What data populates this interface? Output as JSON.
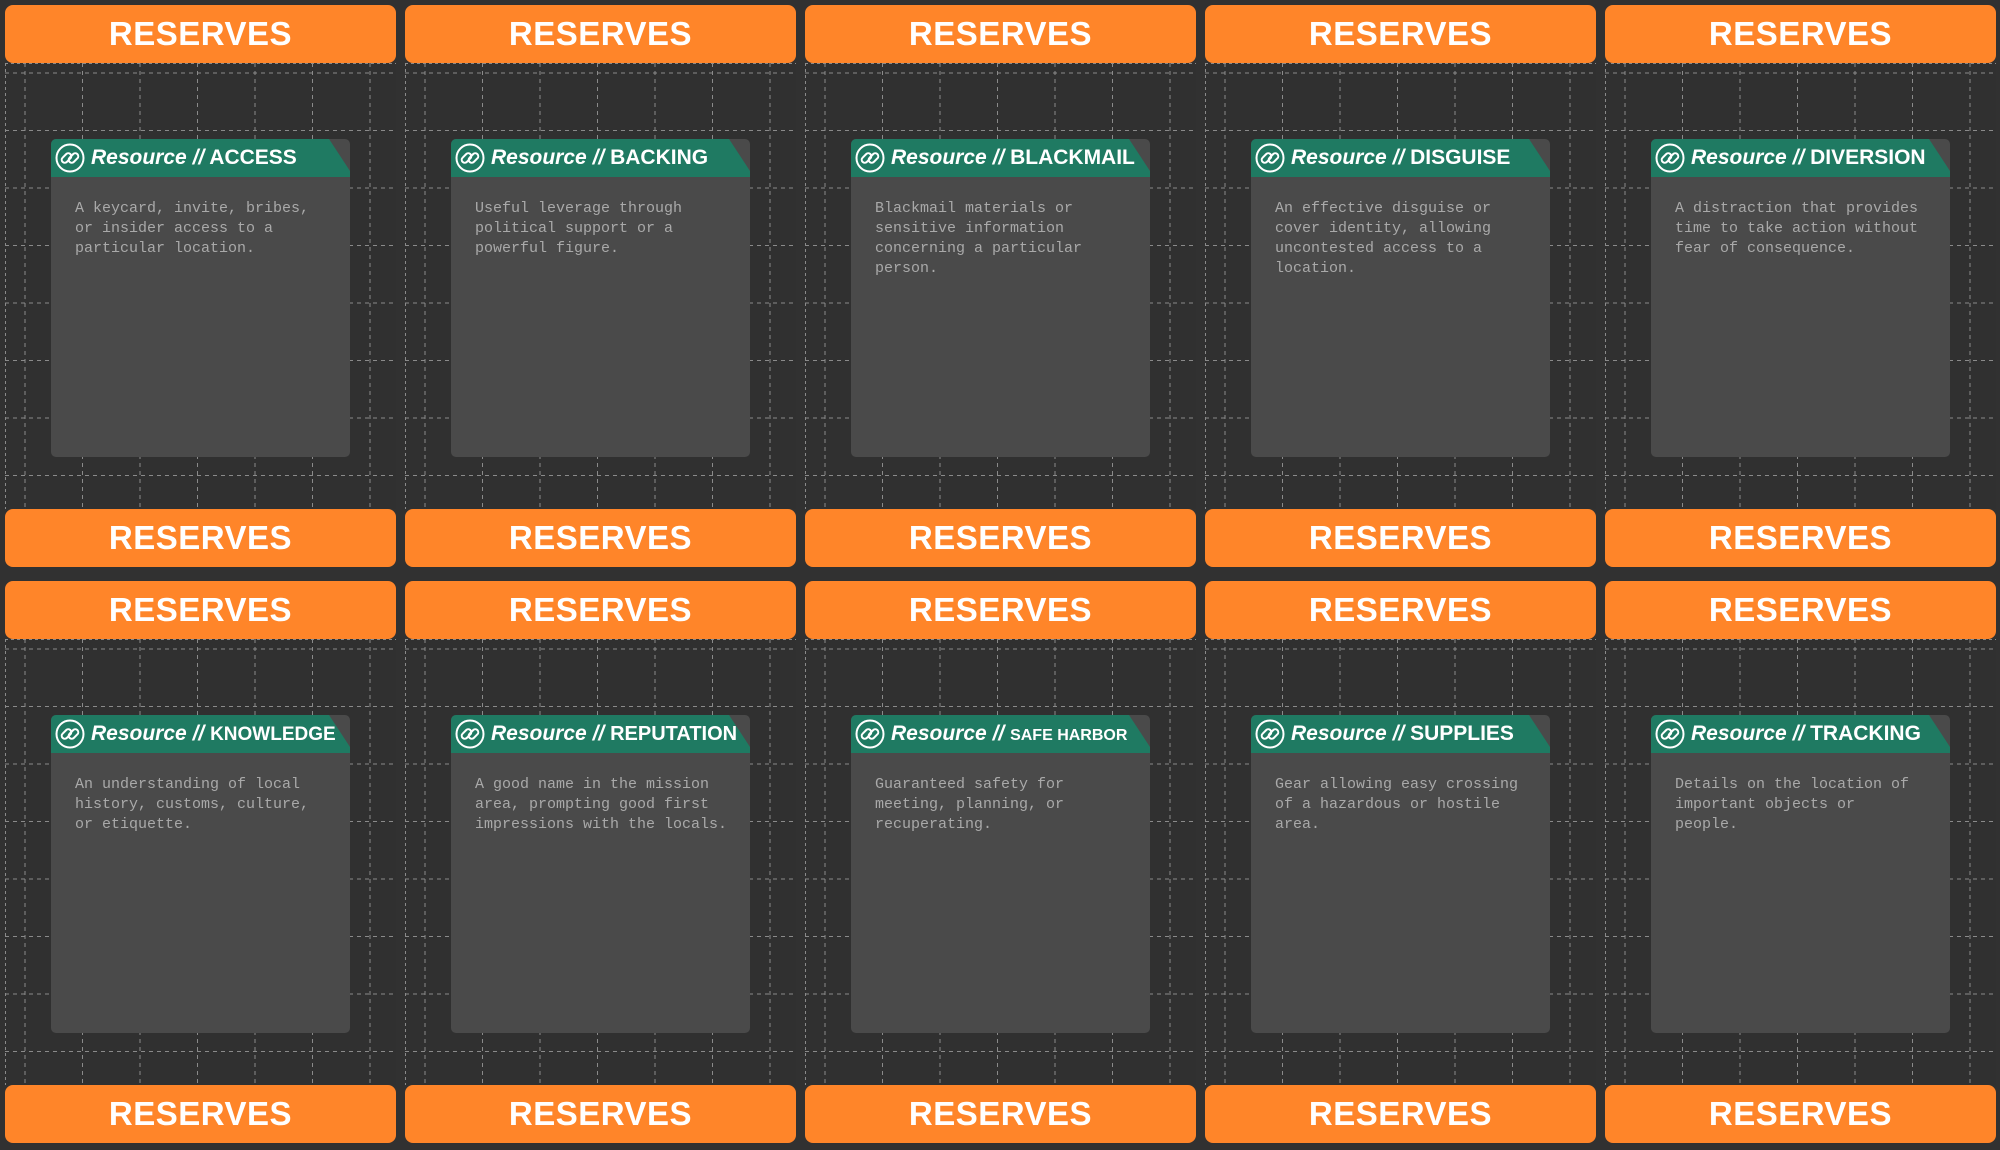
{
  "banner_label": "RESERVES",
  "title_prefix": "Resource",
  "separator": "//",
  "colors": {
    "banner": "#ff8529",
    "background": "#313131",
    "card": "#4a4a4a",
    "card_header": "#1f7a62",
    "description_text": "#a9a9a9"
  },
  "icon": "chain-link-icon",
  "cards": [
    {
      "name": "ACCESS",
      "description": "A keycard, invite, bribes,\nor insider access to a\nparticular location."
    },
    {
      "name": "BACKING",
      "description": "Useful leverage through\npolitical support or a\npowerful figure."
    },
    {
      "name": "BLACKMAIL",
      "description": "Blackmail materials or\nsensitive information\nconcerning a particular\nperson."
    },
    {
      "name": "DISGUISE",
      "description": "An effective disguise or\ncover identity, allowing\nuncontested access to a\nlocation."
    },
    {
      "name": "DIVERSION",
      "description": "A distraction that provides\ntime to take action without\nfear of consequence."
    },
    {
      "name": "KNOWLEDGE",
      "description": "An understanding of local\nhistory, customs, culture,\nor etiquette."
    },
    {
      "name": "REPUTATION",
      "description": "A good name in the mission\narea, prompting good first\nimpressions with the locals."
    },
    {
      "name": "SAFE HARBOR",
      "description": "Guaranteed safety for\nmeeting, planning, or\nrecuperating."
    },
    {
      "name": "SUPPLIES",
      "description": "Gear allowing easy crossing\nof a hazardous or hostile\narea."
    },
    {
      "name": "TRACKING",
      "description": "Details on the location of\nimportant objects or\npeople."
    }
  ]
}
